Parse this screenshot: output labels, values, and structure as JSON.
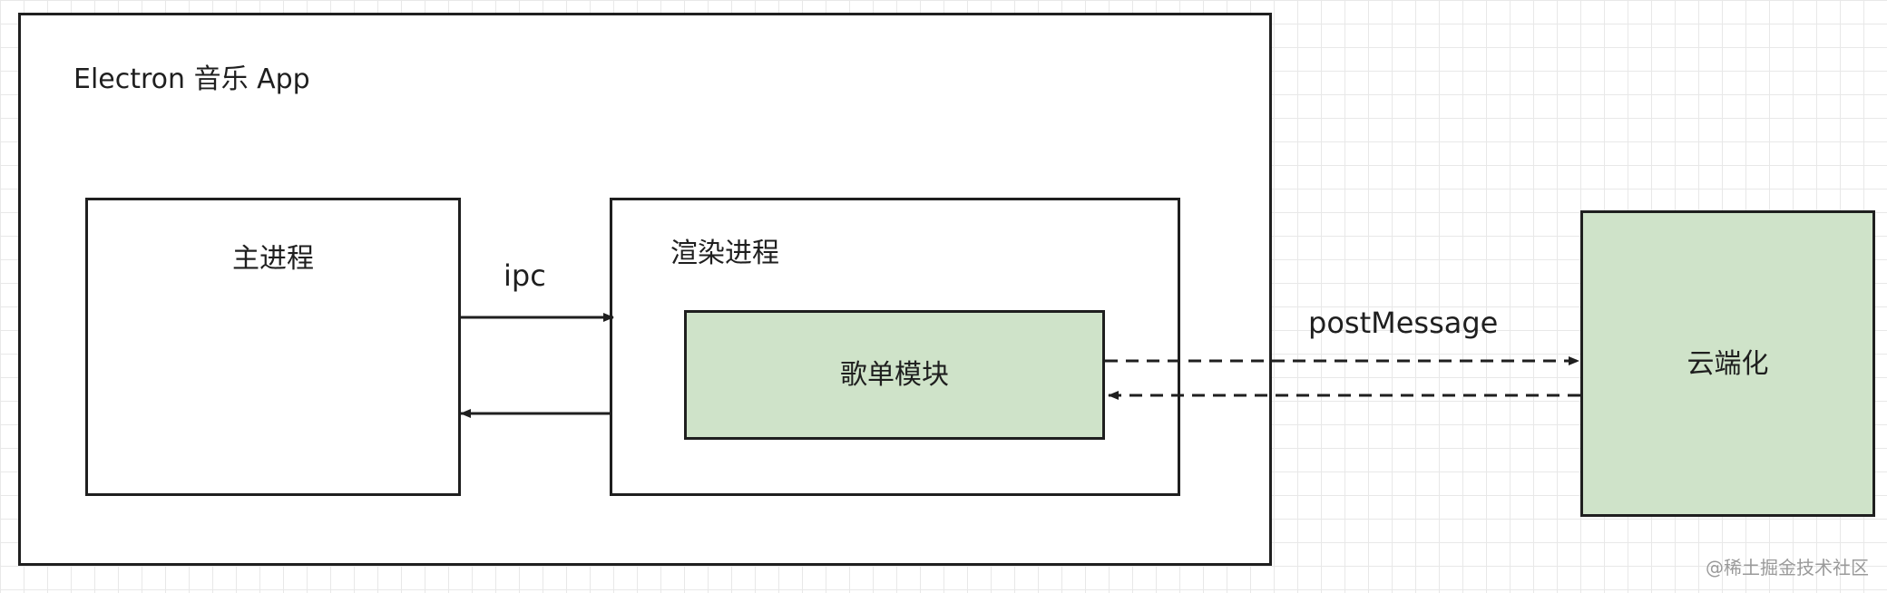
{
  "app_container": {
    "label": "Electron 音乐 App"
  },
  "main_process": {
    "label": "主进程"
  },
  "renderer_process": {
    "label": "渲染进程"
  },
  "playlist_module": {
    "label": "歌单模块"
  },
  "cloud": {
    "label": "云端化"
  },
  "edges": {
    "ipc_label": "ipc",
    "post_message_label": "postMessage"
  },
  "watermark": "@稀土掘金技术社区",
  "colors": {
    "module_fill": "#cfe3c9",
    "stroke": "#1f1f1f",
    "grid": "#e8e8e8"
  }
}
